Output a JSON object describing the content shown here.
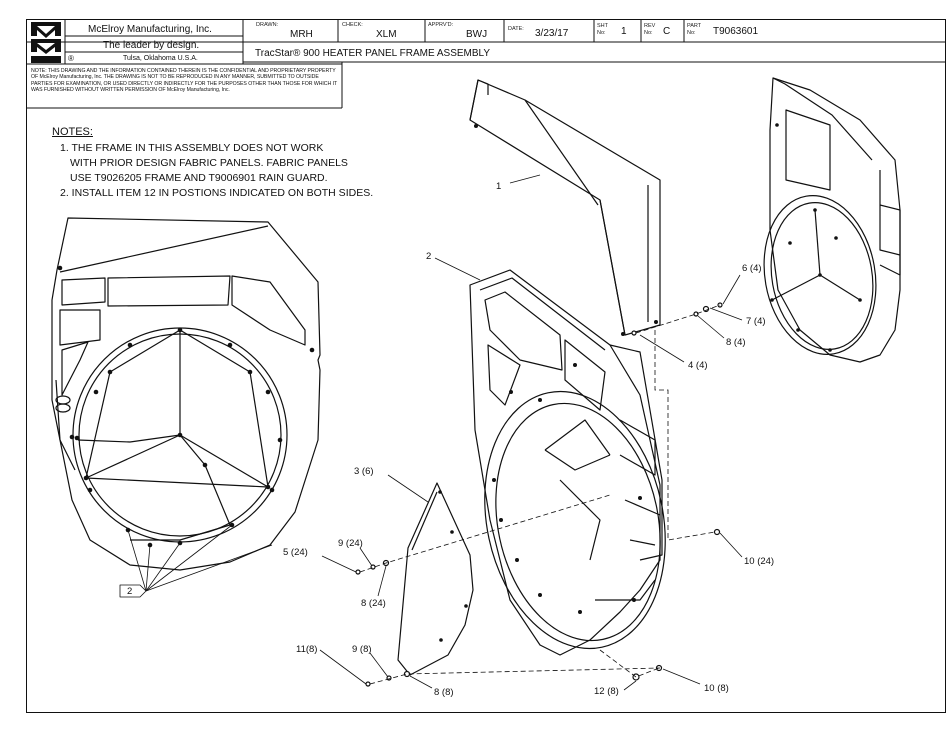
{
  "title_block": {
    "company": "McElroy Manufacturing, Inc.",
    "tagline": "The leader by design.",
    "location": "Tulsa, Oklahoma U.S.A.",
    "registered_mark": "®",
    "logo_text": "MMI",
    "drawn_label": "DRAWN:",
    "drawn_value": "MRH",
    "check_label": "CHECK:",
    "check_value": "XLM",
    "apprvd_label": "APPRV'D:",
    "apprvd_value": "BWJ",
    "date_label": "DATE:",
    "date_value": "3/23/17",
    "sht_label": "SHT No:",
    "sht_value": "1",
    "rev_label": "REV No:",
    "rev_value": "C",
    "part_label": "PART No:",
    "part_value": "T9063601",
    "drawing_title": "TracStar® 900 HEATER PANEL FRAME ASSEMBLY",
    "confidential_note": "NOTE: THIS DRAWING AND THE INFORMATION CONTAINED THEREIN IS THE CONFIDENTIAL AND PROPRIETARY PROPERTY OF McElroy Manufacturing, Inc. THE DRAWING IS NOT TO BE REPRODUCED IN ANY MANNER, SUBMITTED TO OUTSIDE PARTIES FOR EXAMINATION, OR USED DIRECTLY OR INDIRECTLY FOR THE PURPOSES OTHER THAN THOSE FOR WHICH IT WAS FURNISHED WITHOUT WRITTEN PERMISSION OF McElroy Manufacturing, Inc."
  },
  "notes": {
    "heading": "NOTES:",
    "lines": [
      "1. THE FRAME IN THIS ASSEMBLY DOES NOT WORK",
      "WITH PRIOR DESIGN FABRIC PANELS. FABRIC PANELS",
      "USE T9026205 FRAME AND T9006901 RAIN GUARD.",
      "2. INSTALL ITEM 12 IN POSTIONS INDICATED ON BOTH SIDES."
    ]
  },
  "callouts": {
    "c1": "1",
    "c2": "2",
    "c3": "3 (6)",
    "c4": "4 (4)",
    "c5": "5 (24)",
    "c6": "6 (4)",
    "c7": "7 (4)",
    "c8a": "8 (4)",
    "c8b": "8 (24)",
    "c8c": "8 (8)",
    "c9a": "9 (24)",
    "c9b": "9 (8)",
    "c10a": "10 (24)",
    "c10b": "10 (8)",
    "c11": "11(8)",
    "c12": "12 (8)",
    "flag": "2"
  }
}
